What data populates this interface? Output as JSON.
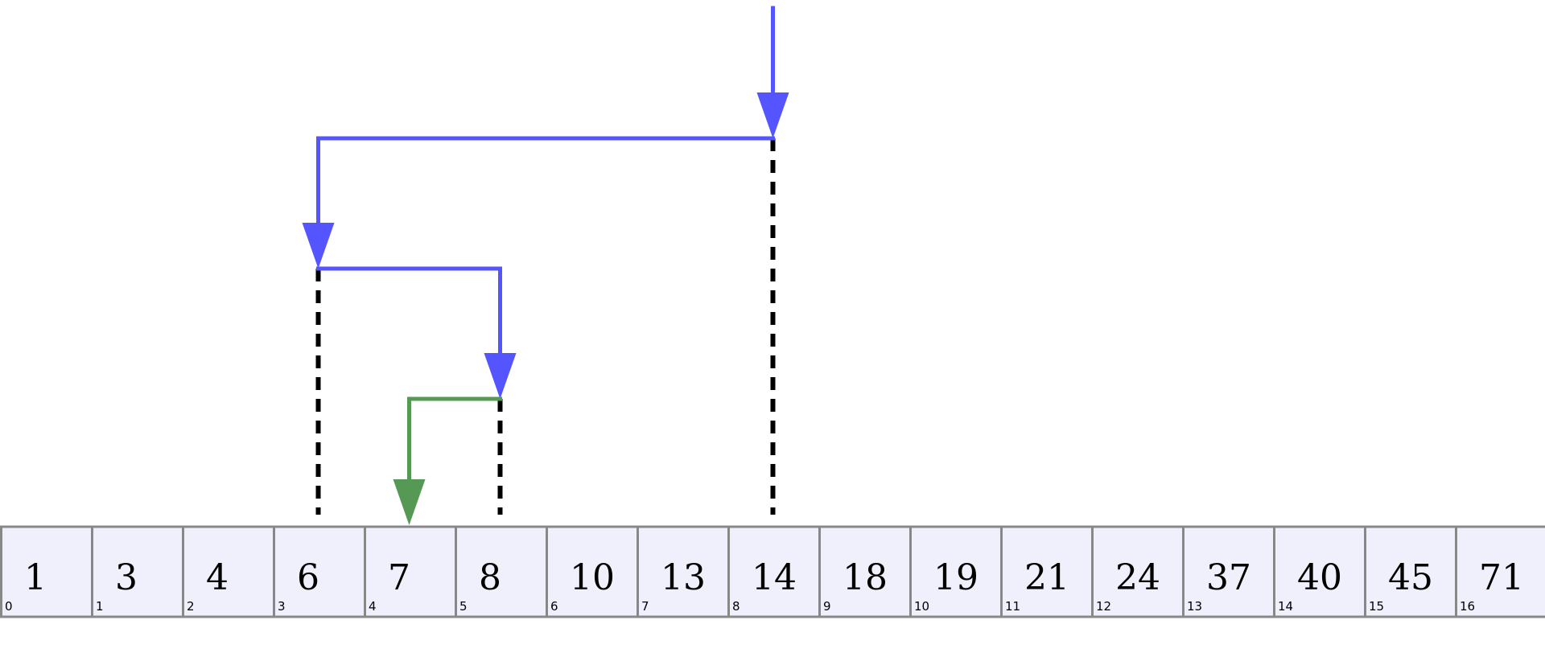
{
  "array": {
    "values": [
      "1",
      "3",
      "4",
      "6",
      "7",
      "8",
      "10",
      "13",
      "14",
      "18",
      "19",
      "21",
      "24",
      "37",
      "40",
      "45",
      "71"
    ],
    "indices": [
      "0",
      "1",
      "2",
      "3",
      "4",
      "5",
      "6",
      "7",
      "8",
      "9",
      "10",
      "11",
      "12",
      "13",
      "14",
      "15",
      "16"
    ]
  },
  "search_steps": [
    {
      "probe_index": 8,
      "color": "#5555ff",
      "result": "go-left"
    },
    {
      "probe_index": 3,
      "color": "#5555ff",
      "result": "go-right"
    },
    {
      "probe_index": 5,
      "color": "#5555ff",
      "result": "go-left"
    },
    {
      "probe_index": 4,
      "color": "#559955",
      "result": "found"
    }
  ],
  "colors": {
    "search_path": "#5555ff",
    "final_step": "#559955",
    "cell_fill": "#f0f0fc",
    "cell_border": "#888888",
    "probe_line": "#000000"
  }
}
